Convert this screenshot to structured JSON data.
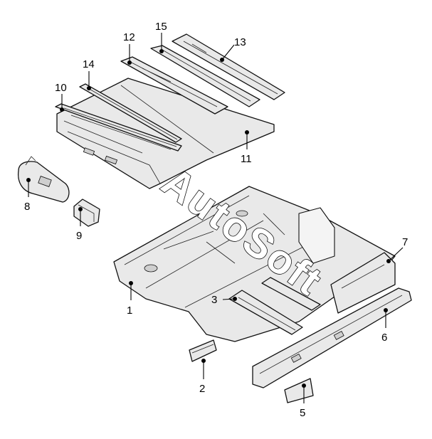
{
  "watermark": "AutoSoft",
  "labels": {
    "p1": "1",
    "p2": "2",
    "p3": "3",
    "p5": "5",
    "p6": "6",
    "p7": "7",
    "p8": "8",
    "p9": "9",
    "p10": "10",
    "p11": "11",
    "p12": "12",
    "p13": "13",
    "p14": "14",
    "p15": "15"
  }
}
